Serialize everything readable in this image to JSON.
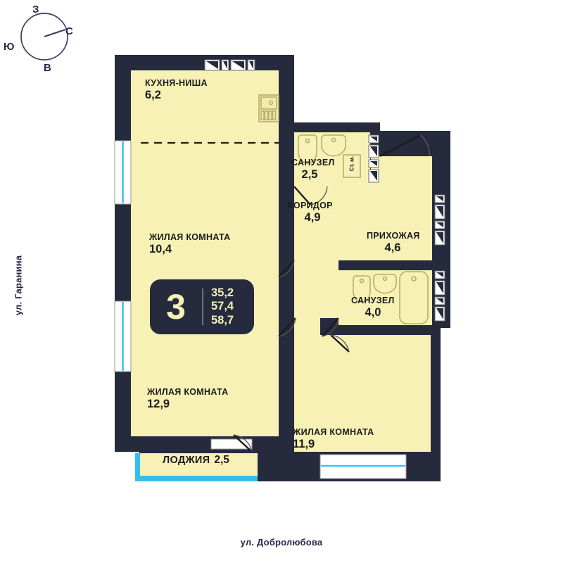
{
  "plan": {
    "type": "apartment-floor-plan",
    "rooms_badge": {
      "rooms": "3",
      "area_living": "35,2",
      "area_total": "57,4",
      "area_with_loggia": "58,7"
    },
    "rooms": [
      {
        "key": "kitchen",
        "name": "КУХНЯ-НИША",
        "area": "6,2"
      },
      {
        "key": "bath_small",
        "name": "САНУЗЕЛ",
        "area": "2,5"
      },
      {
        "key": "corridor",
        "name": "КОРИДОР",
        "area": "4,9"
      },
      {
        "key": "hall",
        "name": "ПРИХОЖАЯ",
        "area": "4,6"
      },
      {
        "key": "bath_big",
        "name": "САНУЗЕЛ",
        "area": "4,0"
      },
      {
        "key": "living_1",
        "name": "ЖИЛАЯ КОМНАТА",
        "area": "10,4"
      },
      {
        "key": "living_2",
        "name": "ЖИЛАЯ КОМНАТА",
        "area": "12,9"
      },
      {
        "key": "living_3",
        "name": "ЖИЛАЯ КОМНАТА",
        "area": "11,9"
      },
      {
        "key": "loggia",
        "name": "ЛОДЖИЯ",
        "area": "2,5"
      }
    ],
    "washer_label": "Ст. м.",
    "streets": {
      "left": "ул. Гаранина",
      "bottom": "ул. Добролюбова"
    },
    "compass": {
      "north": "С",
      "south": "Ю",
      "east": "В",
      "west": "З"
    },
    "colors": {
      "wall": "#252b3d",
      "floor": "#f7f1b5",
      "window": "#3cc3f0",
      "loggia_rail": "#35bdec",
      "text": "#1b1b1b",
      "street_text": "#262b4a",
      "badge_text": "#f5f0b8"
    }
  }
}
